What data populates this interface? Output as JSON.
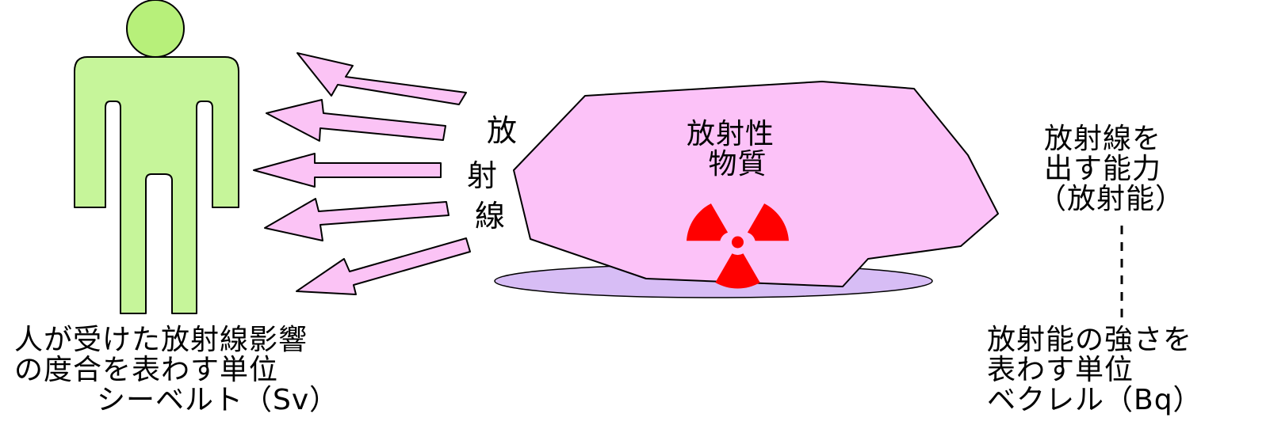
{
  "colors": {
    "person_fill": "#c6f59a",
    "person_head": "#b7f07a",
    "arrow_fill": "#fbc3f5",
    "rock_fill": "#fcc2f8",
    "shadow_fill": "#d7bdf5",
    "hazard": "#ff0000",
    "stroke": "#000000"
  },
  "icons": {
    "person": "person-silhouette-icon",
    "hazard": "radiation-trefoil-icon",
    "arrows": "radiation-arrow-icon"
  },
  "labels": {
    "radiation_vertical": [
      "放",
      "射",
      "線"
    ],
    "material": [
      "放射性",
      "物質"
    ],
    "activity": [
      "放射線を",
      "出す能力",
      "（放射能）"
    ],
    "person_unit": [
      "人が受けた放射線影響",
      "の度合を表わす単位",
      "シーベルト（Sv）"
    ],
    "activity_unit": [
      "放射能の強さを",
      "表わす単位",
      "ベクレル（Bq）"
    ]
  }
}
